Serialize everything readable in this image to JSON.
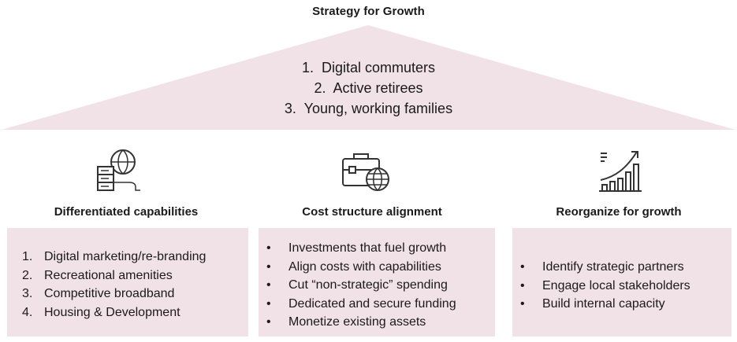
{
  "title": "Strategy for Growth",
  "roof": {
    "items": [
      {
        "n": "1.",
        "text": "Digital commuters"
      },
      {
        "n": "2.",
        "text": "Active retirees"
      },
      {
        "n": "3.",
        "text": "Young, working families"
      }
    ],
    "color": "#f1e2e7"
  },
  "columns": [
    {
      "heading": "Differentiated capabilities",
      "icon": "globe-server-icon",
      "items": [
        {
          "m": "1.",
          "text": "Digital marketing/re-branding"
        },
        {
          "m": "2.",
          "text": "Recreational amenities"
        },
        {
          "m": "3.",
          "text": "Competitive broadband"
        },
        {
          "m": "4.",
          "text": "Housing & Development"
        }
      ]
    },
    {
      "heading": "Cost structure alignment",
      "icon": "briefcase-globe-icon",
      "items": [
        {
          "m": "•",
          "text": "Investments that fuel growth"
        },
        {
          "m": "•",
          "text": "Align costs with capabilities"
        },
        {
          "m": "•",
          "text": "Cut “non-strategic” spending"
        },
        {
          "m": "•",
          "text": "Dedicated and secure funding"
        },
        {
          "m": "•",
          "text": "Monetize existing assets"
        }
      ]
    },
    {
      "heading": "Reorganize for growth",
      "icon": "growth-chart-icon",
      "items": [
        {
          "m": "•",
          "text": "Identify strategic partners"
        },
        {
          "m": "•",
          "text": "Engage local stakeholders"
        },
        {
          "m": "•",
          "text": "Build internal capacity"
        }
      ]
    }
  ]
}
